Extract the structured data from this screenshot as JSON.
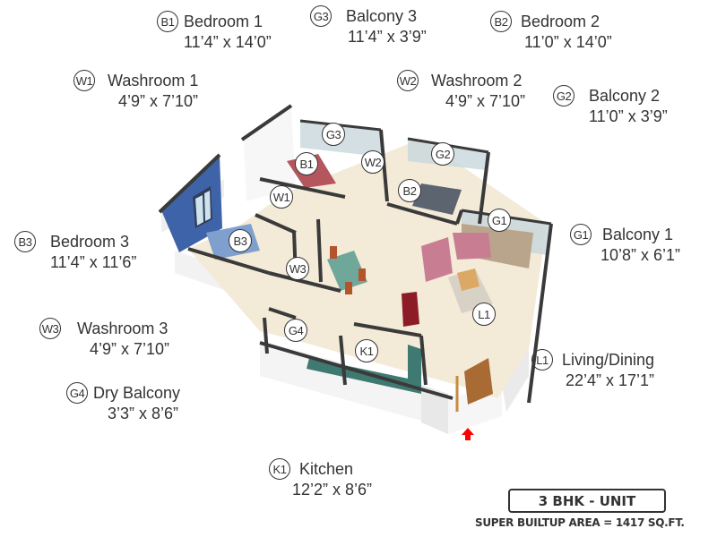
{
  "rooms": [
    {
      "code": "B1",
      "name": "Bedroom 1",
      "dims": "11’4” x 14’0”"
    },
    {
      "code": "G3",
      "name": "Balcony 3",
      "dims": "11’4” x 3’9”"
    },
    {
      "code": "B2",
      "name": "Bedroom 2",
      "dims": "11’0” x 14’0”"
    },
    {
      "code": "W1",
      "name": "Washroom 1",
      "dims": "4’9” x 7’10”"
    },
    {
      "code": "W2",
      "name": "Washroom 2",
      "dims": "4’9” x 7’10”"
    },
    {
      "code": "G2",
      "name": "Balcony 2",
      "dims": "11’0” x 3’9”"
    },
    {
      "code": "B3",
      "name": "Bedroom 3",
      "dims": "11’4” x 11’6”"
    },
    {
      "code": "G1",
      "name": "Balcony 1",
      "dims": "10’8” x 6’1”"
    },
    {
      "code": "W3",
      "name": "Washroom 3",
      "dims": "4’9” x 7’10”"
    },
    {
      "code": "L1",
      "name": "Living/Dining",
      "dims": "22’4” x 17’1”"
    },
    {
      "code": "G4",
      "name": "Dry Balcony",
      "dims": "3’3” x 8’6”"
    },
    {
      "code": "K1",
      "name": "Kitchen",
      "dims": "12’2” x 8’6”"
    }
  ],
  "plan_markers": {
    "G3": "G3",
    "B1": "B1",
    "W2": "W2",
    "G2": "G2",
    "W1": "W1",
    "B2": "B2",
    "G1": "G1",
    "B3": "B3",
    "W3": "W3",
    "L1": "L1",
    "G4": "G4",
    "K1": "K1"
  },
  "unit": {
    "type_label": "3 BHK - UNIT",
    "area_label": "SUPER BUILTUP AREA = 1417 SQ.FT."
  },
  "colors": {
    "text": "#333333",
    "accent_wall": "#3f63a8",
    "entry_arrow": "#ff0000",
    "wall_dark": "#3a3a3a",
    "floor": "#f3ead8"
  },
  "icons": {
    "entry_marker": "red-arrow-up-icon"
  }
}
